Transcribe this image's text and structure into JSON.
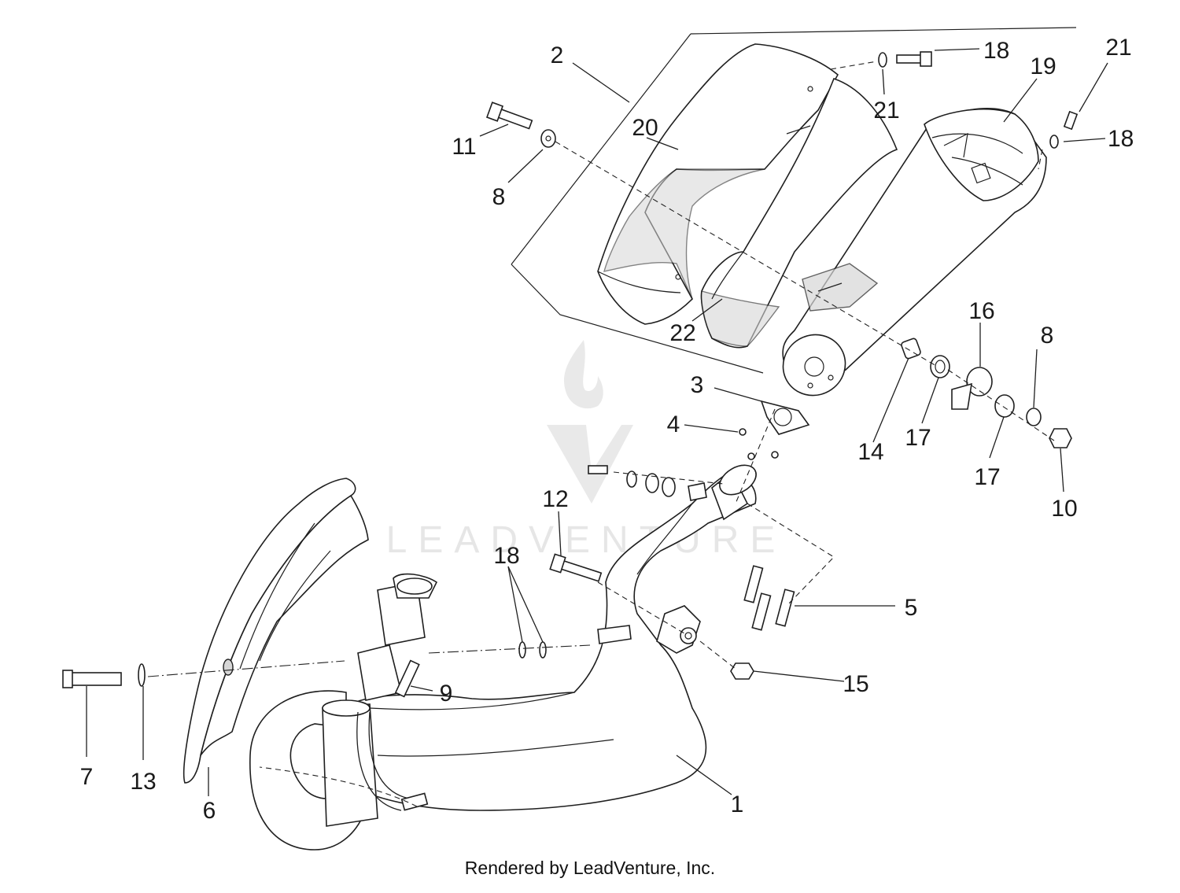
{
  "watermark": {
    "text": "LEADVENTURE"
  },
  "footer": {
    "credit": "Rendered by LeadVenture, Inc."
  },
  "callouts": [
    {
      "id": "c2",
      "label": "2"
    },
    {
      "id": "c20",
      "label": "20"
    },
    {
      "id": "c18a",
      "label": "18"
    },
    {
      "id": "c21a",
      "label": "21"
    },
    {
      "id": "c19",
      "label": "19"
    },
    {
      "id": "c21b",
      "label": "21"
    },
    {
      "id": "c18b",
      "label": "18"
    },
    {
      "id": "c11",
      "label": "11"
    },
    {
      "id": "c8a",
      "label": "8"
    },
    {
      "id": "c22",
      "label": "22"
    },
    {
      "id": "c16",
      "label": "16"
    },
    {
      "id": "c8b",
      "label": "8"
    },
    {
      "id": "c3",
      "label": "3"
    },
    {
      "id": "c4",
      "label": "4"
    },
    {
      "id": "c14",
      "label": "14"
    },
    {
      "id": "c17a",
      "label": "17"
    },
    {
      "id": "c17b",
      "label": "17"
    },
    {
      "id": "c10",
      "label": "10"
    },
    {
      "id": "c12",
      "label": "12"
    },
    {
      "id": "c18c",
      "label": "18"
    },
    {
      "id": "c5",
      "label": "5"
    },
    {
      "id": "c15",
      "label": "15"
    },
    {
      "id": "c9",
      "label": "9"
    },
    {
      "id": "c7",
      "label": "7"
    },
    {
      "id": "c13",
      "label": "13"
    },
    {
      "id": "c6",
      "label": "6"
    },
    {
      "id": "c1",
      "label": "1"
    }
  ]
}
